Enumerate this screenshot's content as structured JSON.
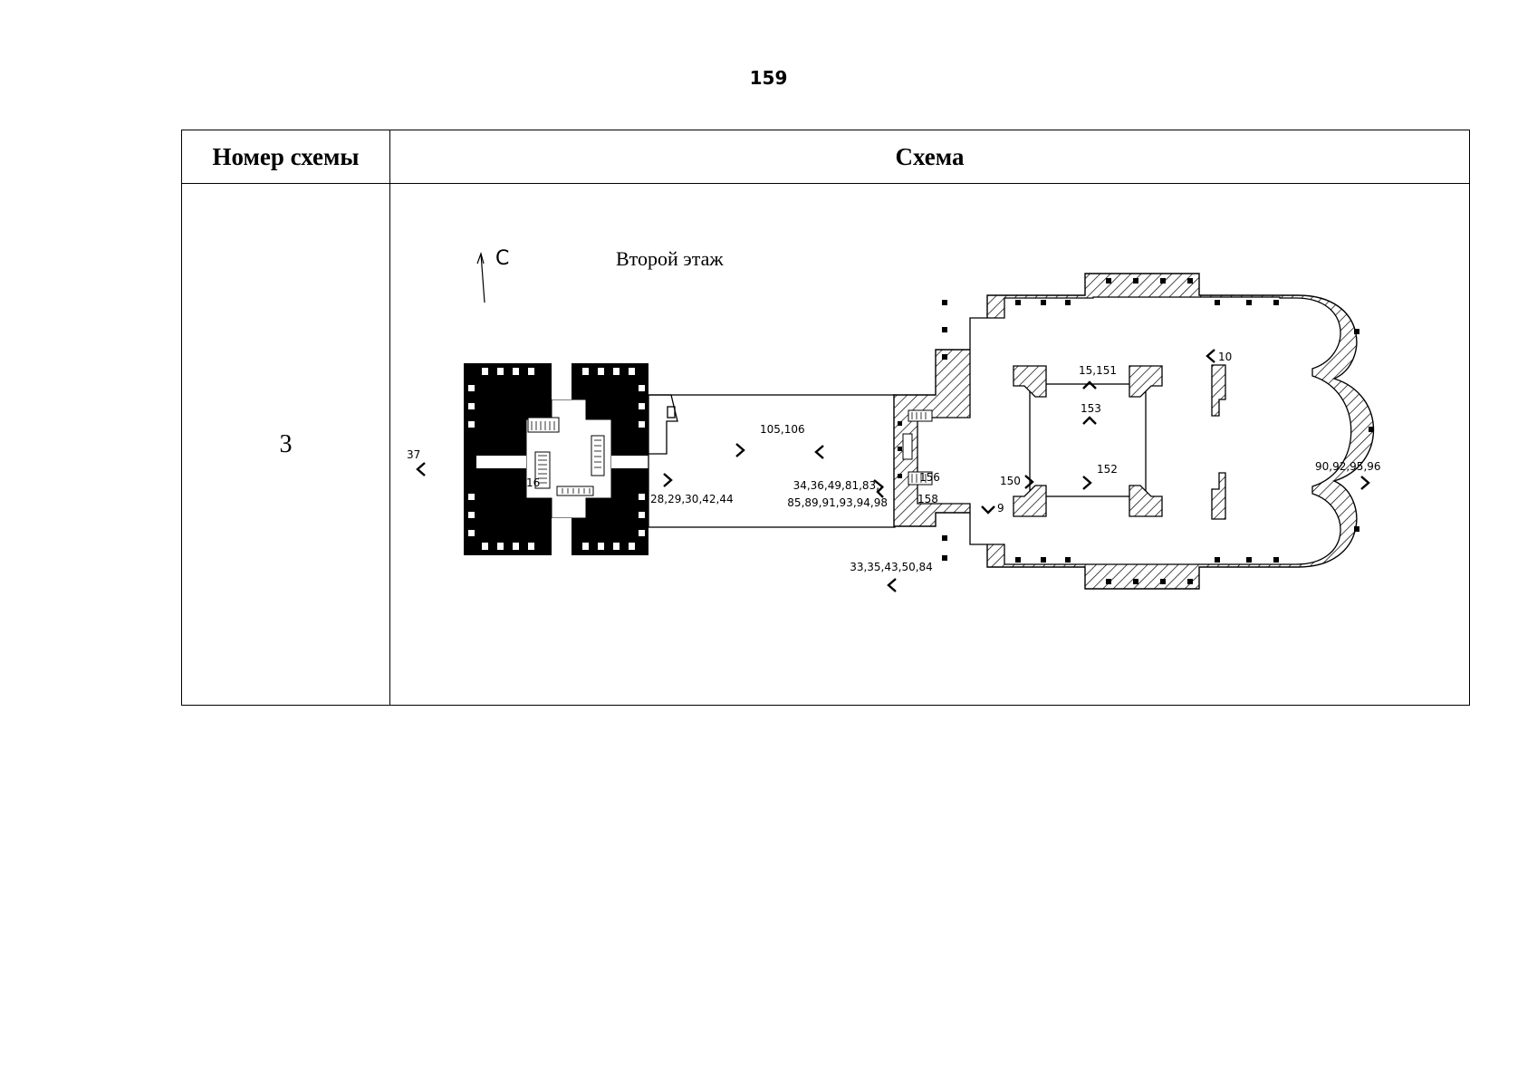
{
  "page_number": "159",
  "table": {
    "header_number": "Номер схемы",
    "header_scheme": "Схема",
    "row_number": "3"
  },
  "plan": {
    "north_label": "С",
    "floor_title": "Второй этаж",
    "labels": {
      "l37": "37",
      "l16": "16",
      "l28": "28,29,30,42,44",
      "l105": "105,106",
      "l34a": "34,36,49,81,83,",
      "l34b": "85,89,91,93,94,98",
      "l156": "156",
      "l158": "158",
      "l33": "33,35,43,50,84",
      "l150": "150",
      "l9": "9",
      "l15": "15,151",
      "l153": "153",
      "l152": "152",
      "l10": "10",
      "l90": "90,92,95,96"
    }
  }
}
